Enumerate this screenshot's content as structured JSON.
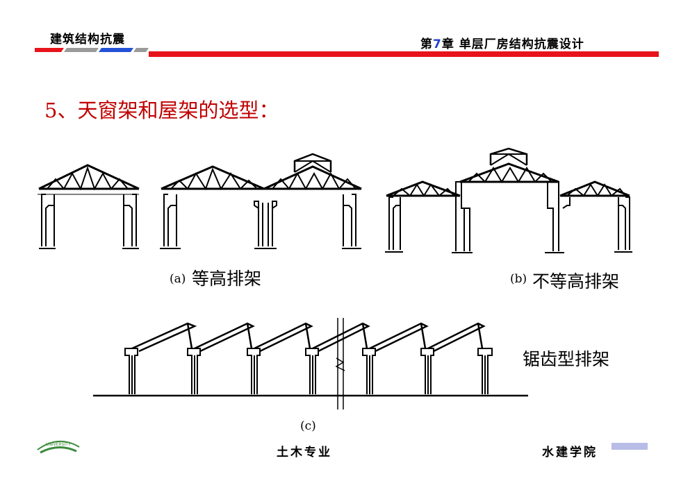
{
  "header": {
    "course_title": "建筑结构抗震",
    "chapter_prefix": "第",
    "chapter_number": "7",
    "chapter_suffix": "章 单层厂房结构抗震设计",
    "colors": {
      "red": "#e8141b",
      "blue": "#2452d6",
      "gray": "#9a9a9a"
    }
  },
  "slide": {
    "title": "5、天窗架和屋架的选型：",
    "title_color": "#c00000"
  },
  "figures": {
    "a": {
      "mark": "(a)",
      "label": "等高排架"
    },
    "b": {
      "mark": "(b)",
      "label": "不等高排架"
    },
    "c": {
      "mark": "(c)",
      "label": "锯齿型排架"
    }
  },
  "footer": {
    "major": "土木专业",
    "school": "水建学院",
    "logo_text": "UNIVERSITY"
  }
}
